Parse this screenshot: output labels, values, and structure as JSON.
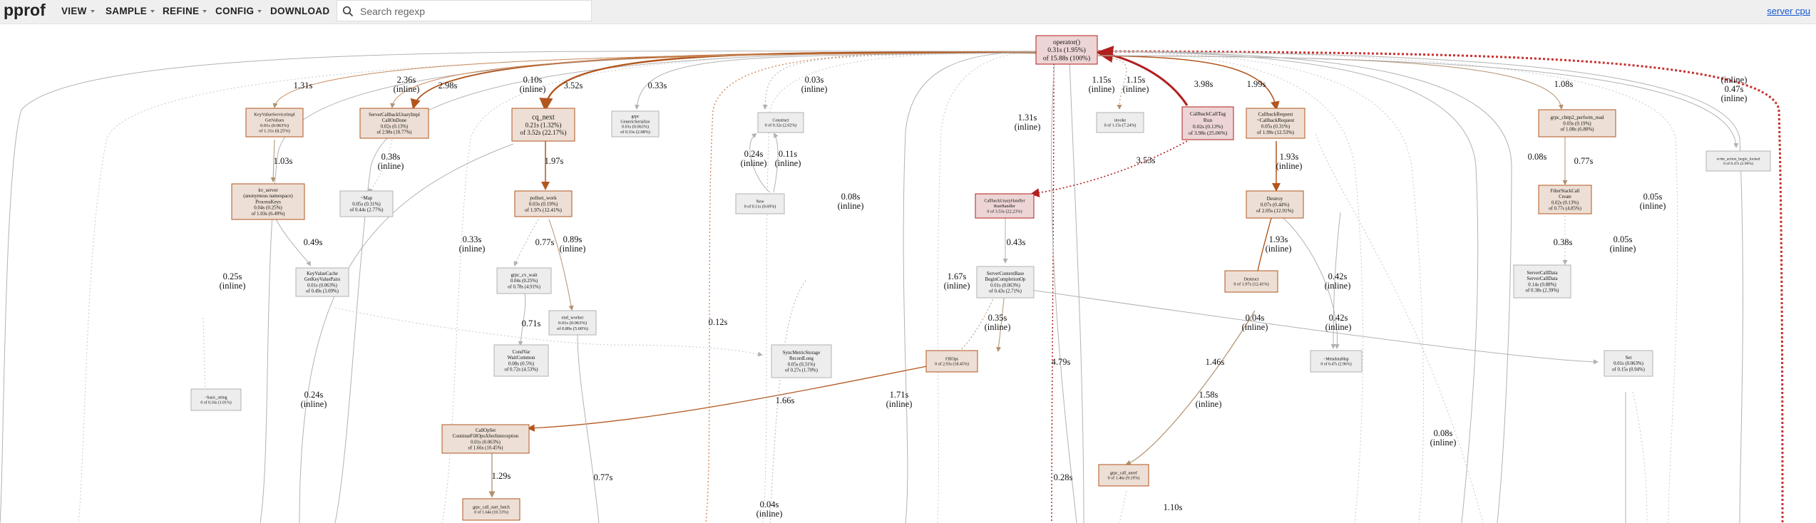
{
  "app": {
    "brand": "pprof",
    "profile_link": "server cpu"
  },
  "menu": [
    {
      "label": "VIEW",
      "has_caret": true
    },
    {
      "label": "SAMPLE",
      "has_caret": true
    },
    {
      "label": "REFINE",
      "has_caret": true
    },
    {
      "label": "CONFIG",
      "has_caret": true
    },
    {
      "label": "DOWNLOAD",
      "has_caret": false
    }
  ],
  "search": {
    "placeholder": "Search regexp",
    "value": ""
  },
  "colors": {
    "accent_red": "#b21f1f",
    "accent_brown": "#b2561e",
    "neutral_edge": "#b2b2b2",
    "node_fill_hot": "#edd5d5",
    "node_fill_warm": "#eddfd5",
    "node_fill_neutral": "#ededed"
  },
  "graph": {
    "nodes": [
      {
        "id": "operator",
        "lines": [
          "operator()",
          "0.31s (1.95%)",
          "of 15.88s (100%)"
        ]
      },
      {
        "id": "kvget",
        "lines": [
          "KeyValueServiceImpl",
          "GetValues",
          "0.01s (0.063%)",
          "of 1.31s (8.25%)"
        ]
      },
      {
        "id": "scbunary",
        "lines": [
          "ServerCallbackUnaryImpl",
          "CallOnDone",
          "0.02s (0.13%)",
          "of 2.98s (18.77%)"
        ]
      },
      {
        "id": "cqnext",
        "lines": [
          "cq_next",
          "0.21s (1.32%)",
          "of 3.52s (22.17%)"
        ]
      },
      {
        "id": "grpcgen",
        "lines": [
          "grpc",
          "GenericSerialize",
          "0.01s (0.063%)",
          "of 0.33s (2.08%)"
        ]
      },
      {
        "id": "construct",
        "lines": [
          "Construct",
          "0 of 0.32s (2.02%)"
        ]
      },
      {
        "id": "invoke",
        "lines": [
          "invoke",
          "0 of 1.15s (7.24%)"
        ]
      },
      {
        "id": "cbcalltag",
        "lines": [
          "CallbackCallTag",
          "Run",
          "0.02s (0.13%)",
          "of 3.98s (25.06%)"
        ]
      },
      {
        "id": "cbreq",
        "lines": [
          "CallbackRequest",
          "~CallbackRequest",
          "0.05s (0.31%)",
          "of 1.99s (12.53%)"
        ]
      },
      {
        "id": "perfread",
        "lines": [
          "grpc_chttp2_perform_read",
          "0.03s (0.19%)",
          "of 1.08s (6.80%)"
        ]
      },
      {
        "id": "writeaction",
        "lines": [
          "write_action_begin_locked",
          "0 of 0.47s (2.96%)"
        ]
      },
      {
        "id": "kvserver",
        "lines": [
          "kv_server",
          "(anonymous namespace)",
          "ProcessKeys",
          "0.04s (0.25%)",
          "of 1.03s (6.49%)"
        ]
      },
      {
        "id": "map",
        "lines": [
          "~Map",
          "0.05s (0.31%)",
          "of 0.44s (2.77%)"
        ]
      },
      {
        "id": "pollset",
        "lines": [
          "pollset_work",
          "0.03s (0.19%)",
          "of 1.97s (12.41%)"
        ]
      },
      {
        "id": "new",
        "lines": [
          "New",
          "0 of 0.11s (0.69%)"
        ]
      },
      {
        "id": "cbunaryhandler",
        "lines": [
          "CallbackUnaryHandler",
          "RunHandler",
          "0 of 3.53s (22.23%)"
        ]
      },
      {
        "id": "destroy",
        "lines": [
          "Destroy",
          "0.07s (0.44%)",
          "of 2.05s (12.91%)"
        ]
      },
      {
        "id": "filterstack",
        "lines": [
          "FilterStackCall",
          "Create",
          "0.02s (0.13%)",
          "of 0.77s (4.85%)"
        ]
      },
      {
        "id": "kvcache",
        "lines": [
          "KeyValueCache",
          "GetKeyValuePairs",
          "0.01s (0.063%)",
          "of 0.49s (3.09%)"
        ]
      },
      {
        "id": "grpccvwait",
        "lines": [
          "grpc_cv_wait",
          "0.04s (0.25%)",
          "of 0.78s (4.91%)"
        ]
      },
      {
        "id": "servercontext",
        "lines": [
          "ServerContextBase",
          "BeginCompletionOp",
          "0.01s (0.063%)",
          "of 0.43s (2.71%)"
        ]
      },
      {
        "id": "destruct",
        "lines": [
          "Destruct",
          "0 of 1.97s (12.41%)"
        ]
      },
      {
        "id": "servercalldata",
        "lines": [
          "ServerCallData",
          "ServerCallData",
          "0.14s (0.88%)",
          "of 0.38s (2.39%)"
        ]
      },
      {
        "id": "endworker",
        "lines": [
          "end_worker",
          "0.01s (0.063%)",
          "of 0.89s (5.60%)"
        ]
      },
      {
        "id": "condvar",
        "lines": [
          "CondVar",
          "WaitCommon",
          "0.08s (0.5%)",
          "of 0.72s (4.53%)"
        ]
      },
      {
        "id": "syncmetric",
        "lines": [
          "SyncMetricStorage",
          "RecordLong",
          "0.05s (0.31%)",
          "of 0.27s (1.70%)"
        ]
      },
      {
        "id": "fillops",
        "lines": [
          "FillOps",
          "0 of 2.93s (18.45%)"
        ]
      },
      {
        "id": "metadata",
        "lines": [
          "~MetadataMap",
          "0 of 0.47s (2.96%)"
        ]
      },
      {
        "id": "set",
        "lines": [
          "Set",
          "0.01s (0.063%)",
          "of 0.15s (0.94%)"
        ]
      },
      {
        "id": "basicstring",
        "lines": [
          "~basic_string",
          "0 of 0.16s (1.01%)"
        ]
      },
      {
        "id": "callopset",
        "lines": [
          "CallOpSet",
          "ContinueFillOpsAfterInterception",
          "0.01s (0.063%)",
          "of 1.66s (10.45%)"
        ]
      },
      {
        "id": "callstart",
        "lines": [
          "grpc_call_start_batch",
          "0 of 1.64s (10.33%)"
        ]
      },
      {
        "id": "callunref",
        "lines": [
          "grpc_call_unref",
          "0 of 1.46s (9.19%)"
        ]
      }
    ],
    "edge_labels": [
      "1.31s",
      "2.36s",
      "(inline)",
      "2.98s",
      "0.10s",
      "(inline)",
      "3.52s",
      "0.33s",
      "0.03s",
      "(inline)",
      "1.15s",
      "(inline)",
      "1.15s",
      "(inline)",
      "3.98s",
      "1.99s",
      "1.08s",
      "(inline)",
      "0.47s",
      "(inline)",
      "1.03s",
      "0.38s",
      "(inline)",
      "1.97s",
      "0.24s",
      "(inline)",
      "0.11s",
      "(inline)",
      "1.31s",
      "(inline)",
      "3.53s",
      "1.93s",
      "(inline)",
      "0.08s",
      "0.77s",
      "0.08s",
      "(inline)",
      "0.05s",
      "(inline)",
      "0.49s",
      "0.33s",
      "(inline)",
      "0.77s",
      "0.89s",
      "(inline)",
      "0.43s",
      "1.93s",
      "(inline)",
      "0.38s",
      "0.05s",
      "(inline)",
      "0.25s",
      "(inline)",
      "1.67s",
      "(inline)",
      "0.42s",
      "(inline)",
      "0.71s",
      "0.12s",
      "0.35s",
      "(inline)",
      "4.79s",
      "0.04s",
      "(inline)",
      "0.42s",
      "(inline)",
      "0.24s",
      "(inline)",
      "1.66s",
      "1.71s",
      "(inline)",
      "1.46s",
      "1.58s",
      "(inline)",
      "0.08s",
      "(inline)",
      "1.29s",
      "0.77s",
      "0.28s",
      "0.04s",
      "(inline)",
      "1.10s"
    ]
  }
}
